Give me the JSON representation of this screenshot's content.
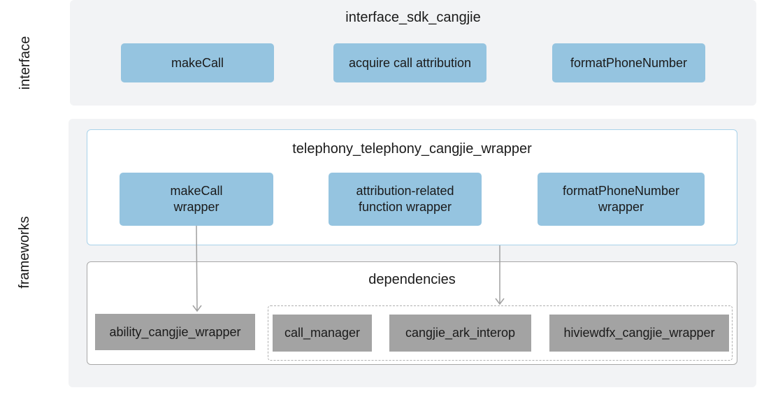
{
  "side_labels": {
    "interface": "interface",
    "frameworks": "frameworks"
  },
  "interface_layer": {
    "title": "interface_sdk_cangjie",
    "boxes": [
      "makeCall",
      "acquire call attribution",
      "formatPhoneNumber"
    ]
  },
  "frameworks_layer": {
    "wrapper": {
      "title": "telephony_telephony_cangjie_wrapper",
      "boxes": [
        {
          "line1": "makeCall",
          "line2": "wrapper"
        },
        {
          "line1": "attribution-related",
          "line2": "function wrapper"
        },
        {
          "line1": "formatPhoneNumber",
          "line2": "wrapper"
        }
      ]
    },
    "dependencies": {
      "title": "dependencies",
      "boxes": [
        "ability_cangjie_wrapper",
        "call_manager",
        "cangjie_ark_interop",
        "hiviewdfx_cangjie_wrapper"
      ]
    }
  },
  "colors": {
    "layer_bg": "#f2f3f5",
    "blue_box": "#95c4e0",
    "wrapper_border": "#a8d2ea",
    "gray_box": "#a3a3a3",
    "arrow": "#a0a0a0"
  }
}
